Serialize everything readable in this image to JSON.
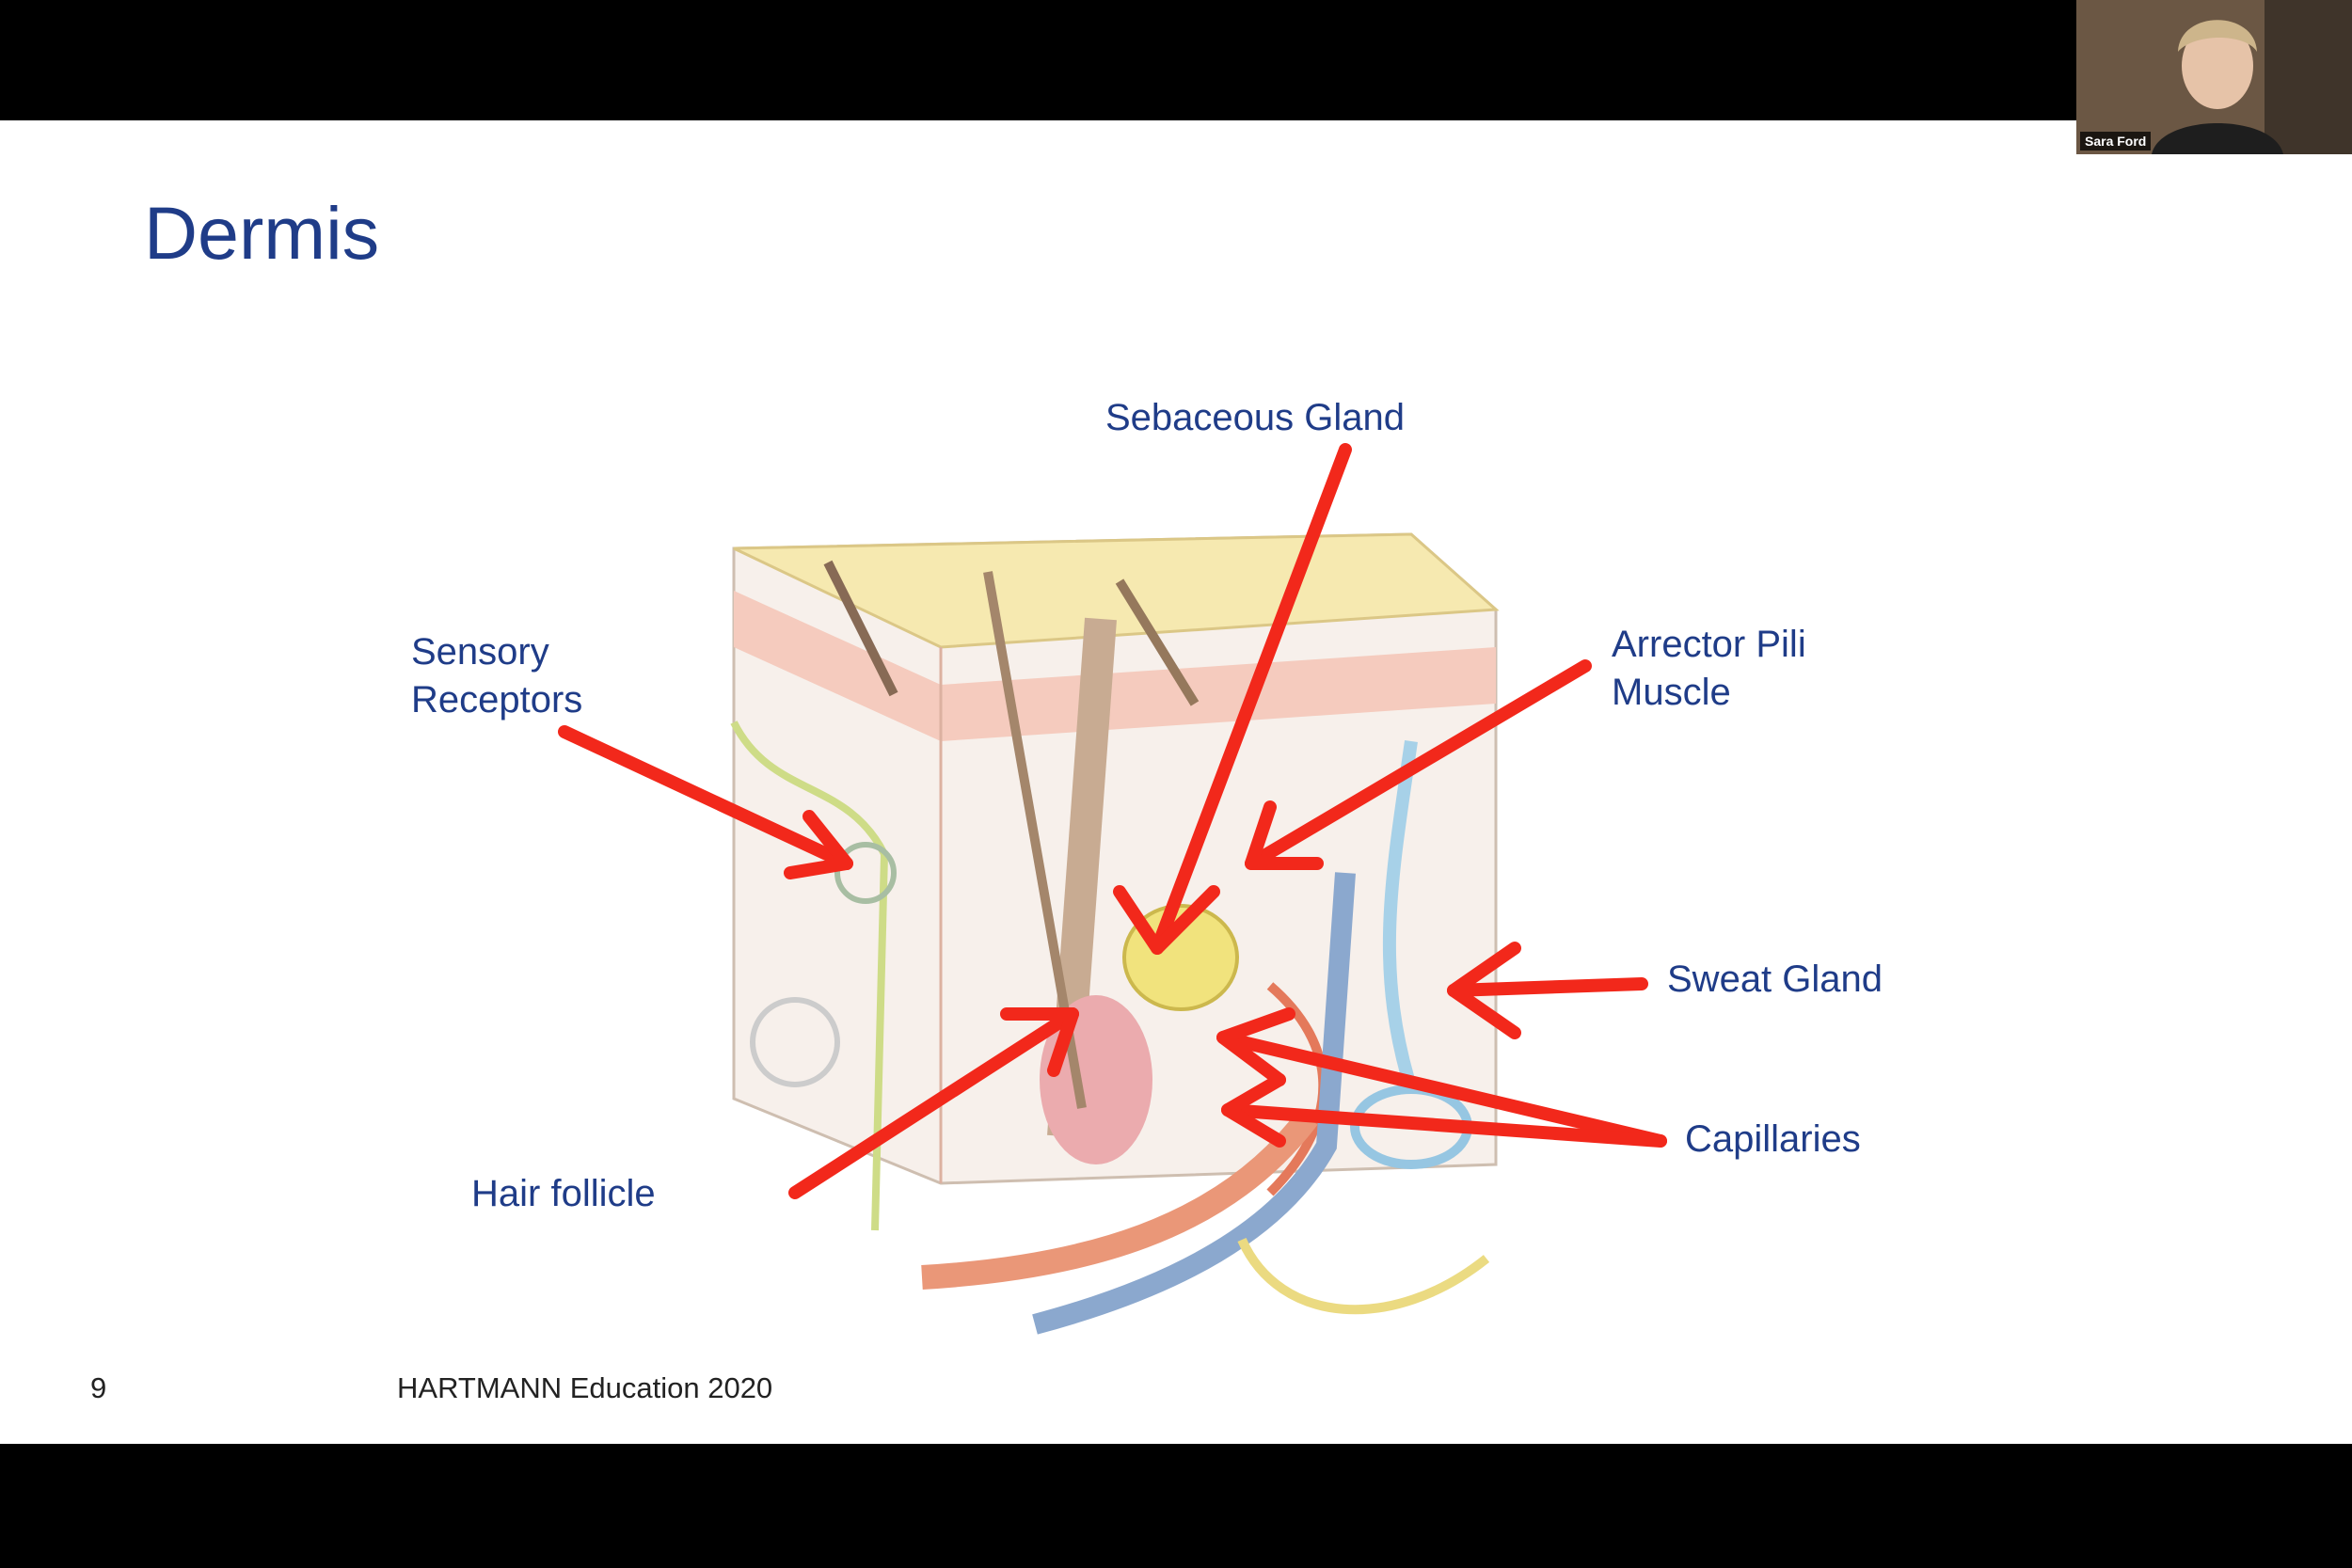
{
  "slide": {
    "title": "Dermis",
    "labels": {
      "sebaceous_gland": "Sebaceous Gland",
      "sensory_receptors_line1": "Sensory",
      "sensory_receptors_line2": "Receptors",
      "arrector_pili_line1": "Arrector Pili",
      "arrector_pili_line2": "Muscle",
      "sweat_gland": "Sweat Gland",
      "capillaries": "Capillaries",
      "hair_follicle": "Hair follicle"
    },
    "page_number": "9",
    "footer": "HARTMANN Education 2020"
  },
  "participant": {
    "name": "Sara Ford"
  },
  "colors": {
    "title": "#1f3c88",
    "arrow": "#f2281b",
    "frame": "#000000"
  }
}
